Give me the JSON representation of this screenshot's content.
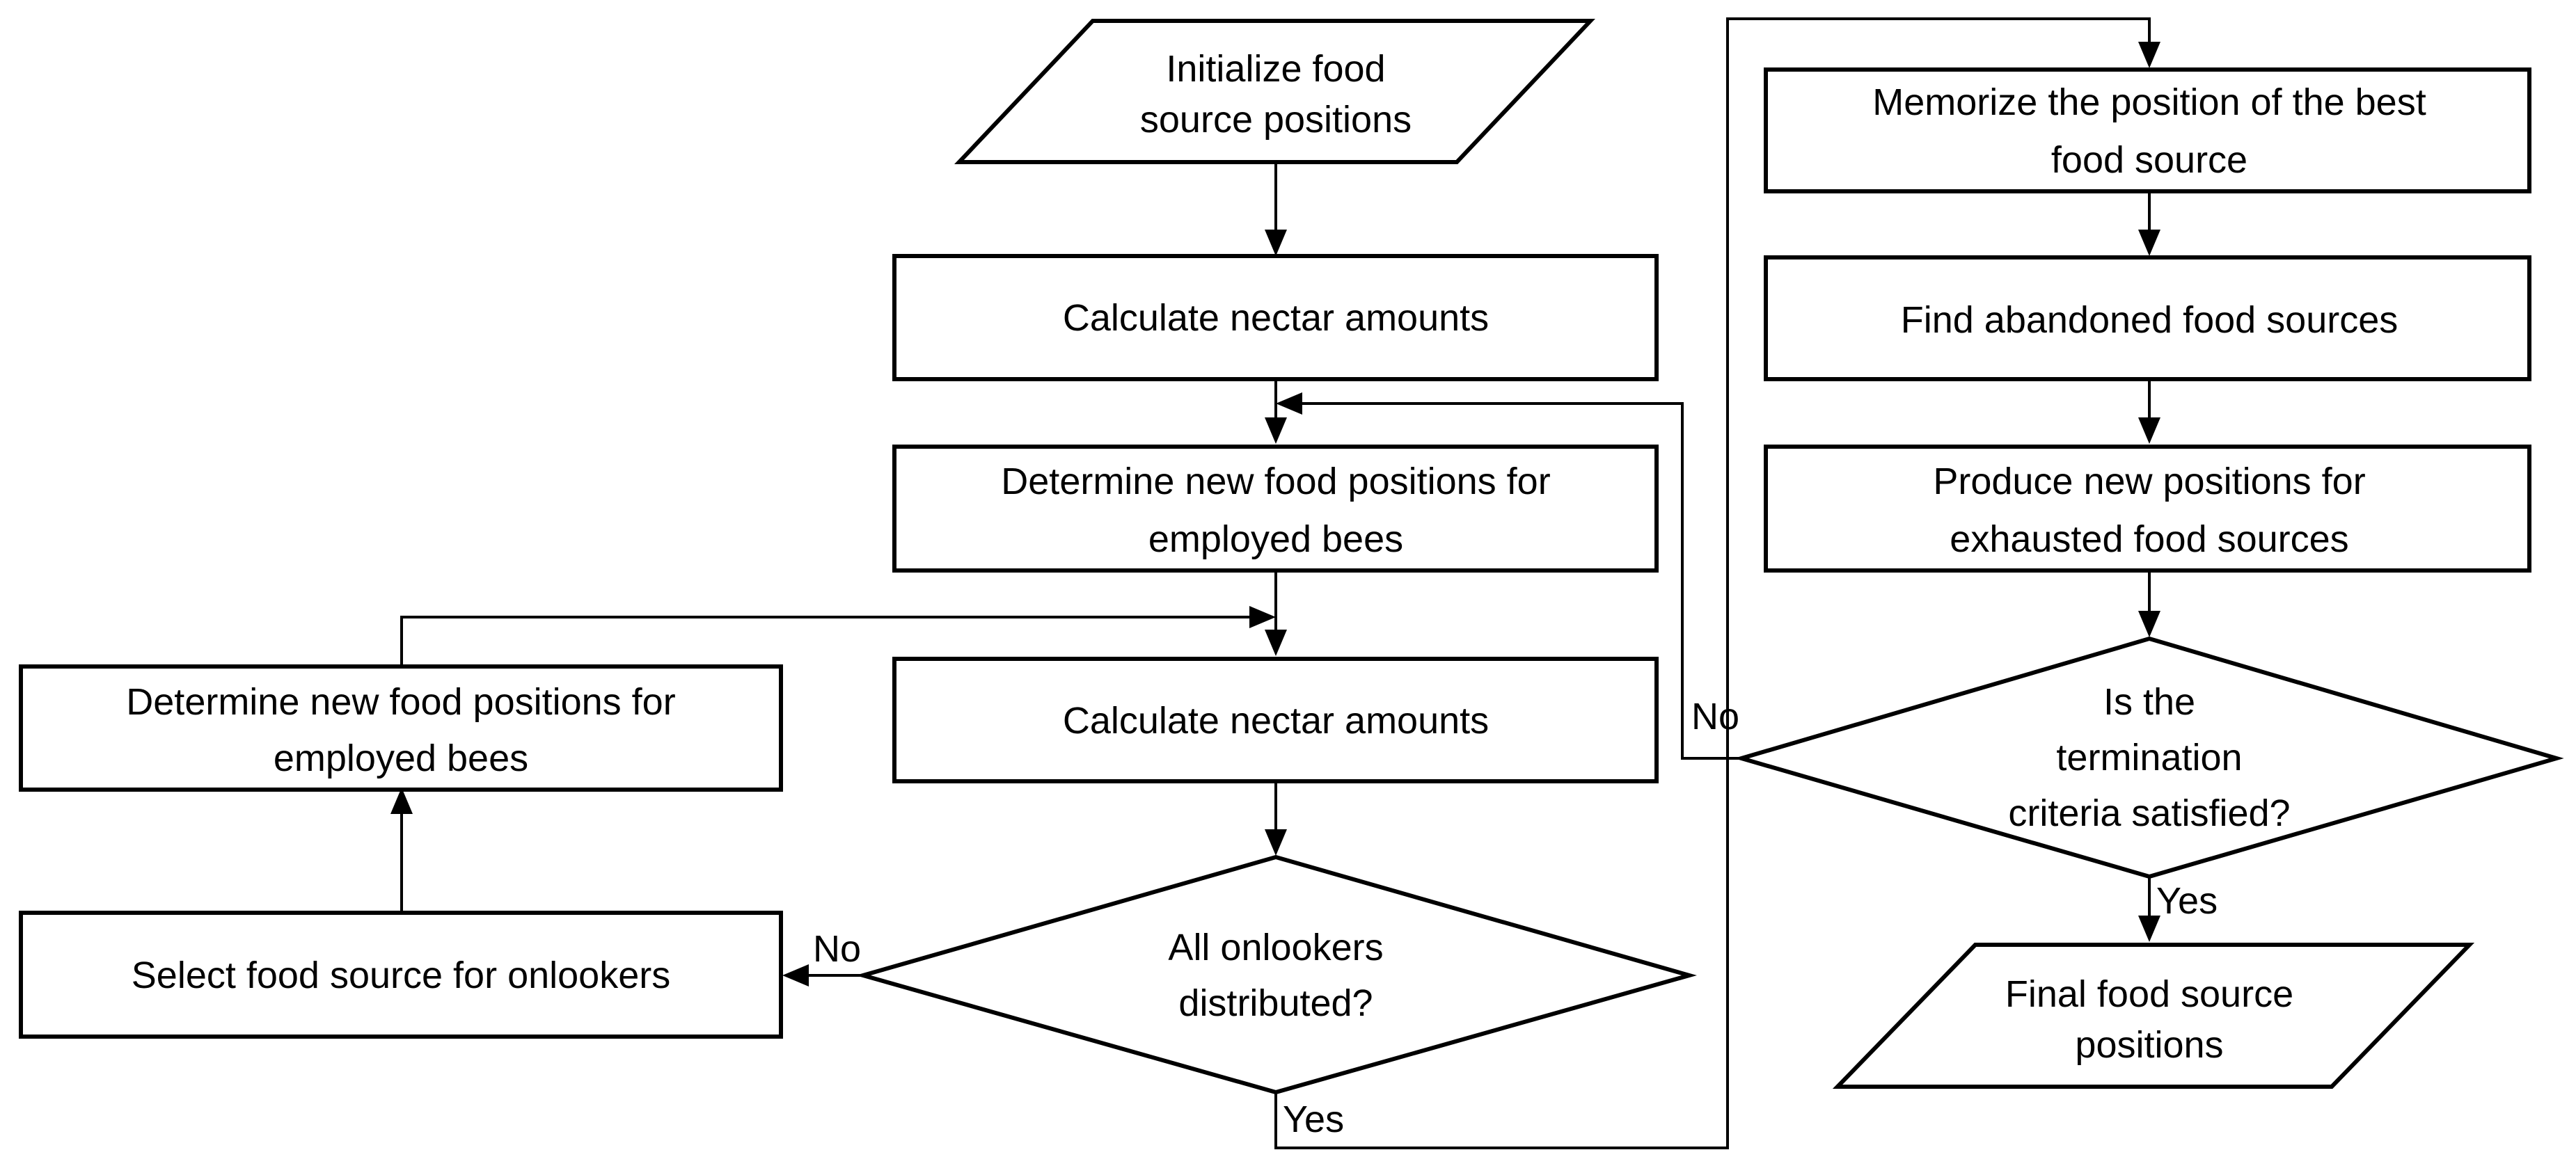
{
  "nodes": {
    "init": {
      "shape": "parallelogram",
      "lines": [
        "Initialize food",
        "source positions"
      ]
    },
    "calc1": {
      "shape": "rect",
      "lines": [
        "Calculate nectar amounts"
      ]
    },
    "det_employed": {
      "shape": "rect",
      "lines": [
        "Determine new food positions for",
        "employed bees"
      ]
    },
    "calc2": {
      "shape": "rect",
      "lines": [
        "Calculate nectar amounts"
      ]
    },
    "all_distributed": {
      "shape": "diamond",
      "lines": [
        "All onlookers",
        "distributed?"
      ]
    },
    "select_onlookers": {
      "shape": "rect",
      "lines": [
        "Select food source for onlookers"
      ]
    },
    "det_left": {
      "shape": "rect",
      "lines": [
        "Determine new food positions for",
        "employed bees"
      ]
    },
    "memorize": {
      "shape": "rect",
      "lines": [
        "Memorize the position of the best",
        "food source"
      ]
    },
    "find_abandoned": {
      "shape": "rect",
      "lines": [
        "Find abandoned food sources"
      ]
    },
    "produce": {
      "shape": "rect",
      "lines": [
        "Produce new positions for",
        "exhausted food sources"
      ]
    },
    "termination": {
      "shape": "diamond",
      "lines": [
        "Is the",
        "termination",
        "criteria satisfied?"
      ]
    },
    "final": {
      "shape": "parallelogram",
      "lines": [
        "Final food source",
        "positions"
      ]
    }
  },
  "edge_labels": {
    "onlookers_no": "No",
    "onlookers_yes": "Yes",
    "termination_no": "No",
    "termination_yes": "Yes"
  }
}
